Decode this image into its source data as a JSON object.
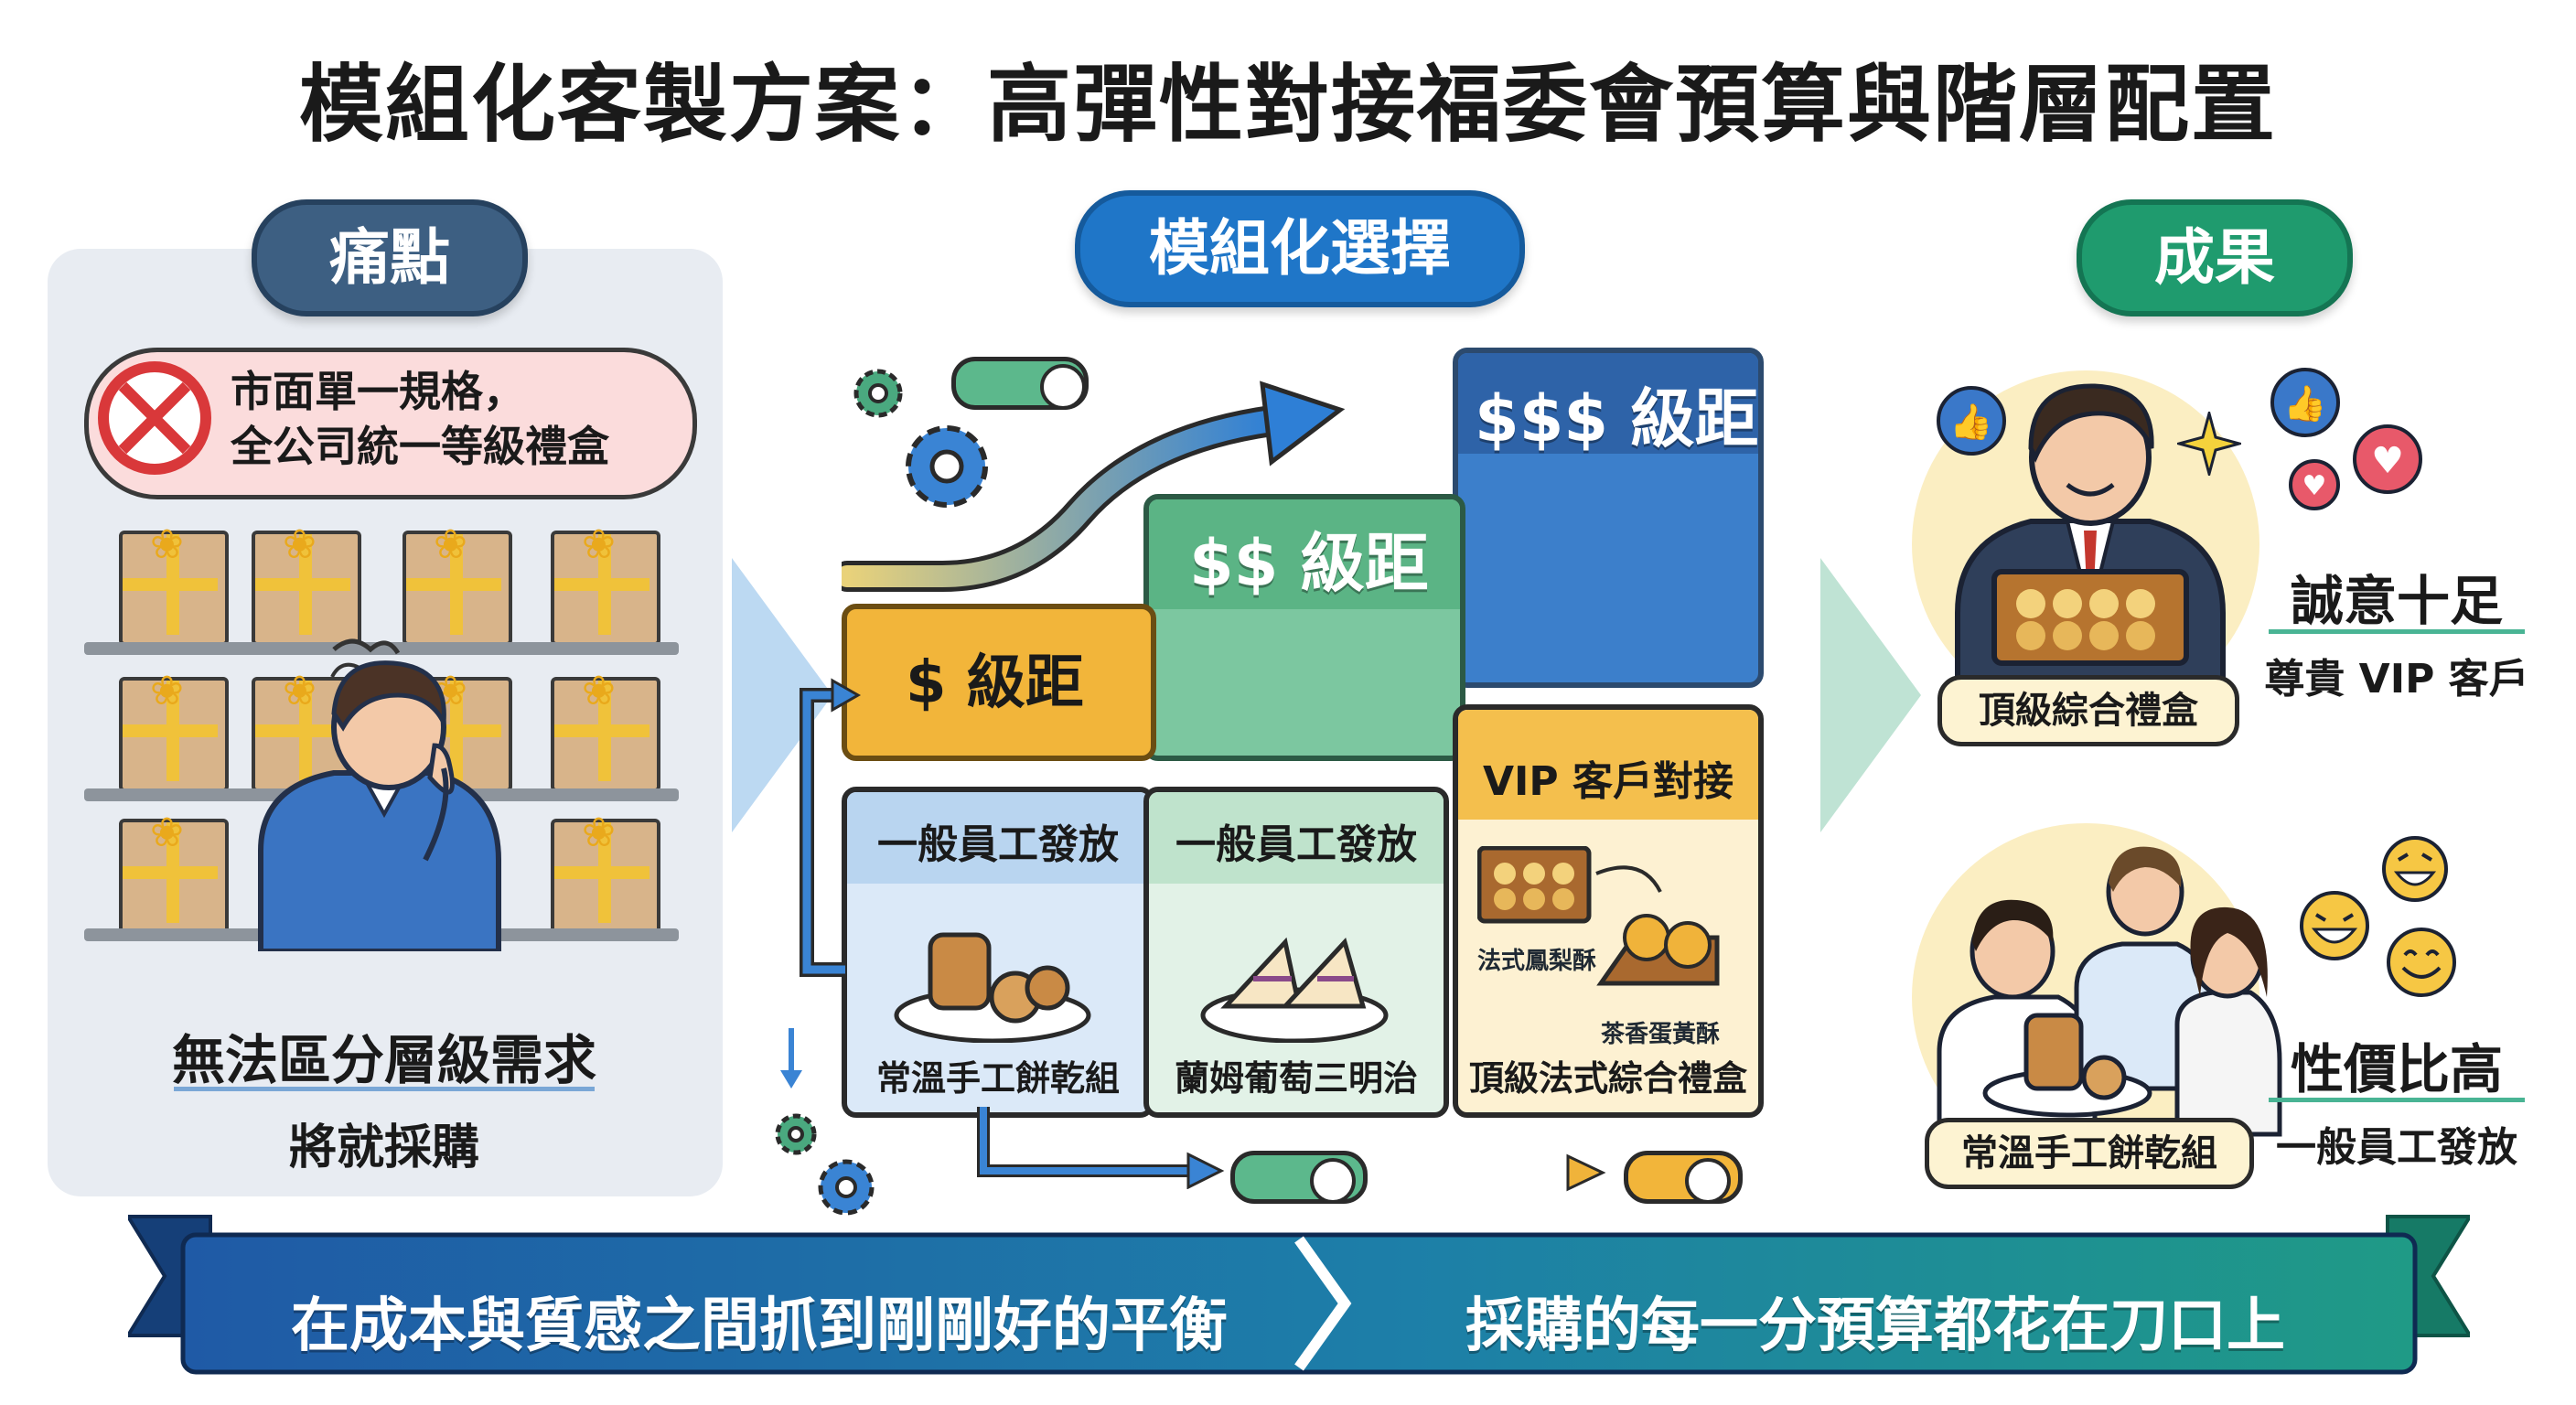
{
  "title": "模組化客製方案：高彈性對接福委會預算與階層配置",
  "sections": {
    "pain": "痛點",
    "modular": "模組化選擇",
    "result": "成果"
  },
  "pain": {
    "speech_line1": "市面單一規格，",
    "speech_line2": "全公司統一等級禮盒",
    "main": "無法區分層級需求",
    "sub": "將就採購"
  },
  "tiers": {
    "t1": "$ 級距",
    "t2": "$$ 級距",
    "t3": "$$$ 級距"
  },
  "cards": {
    "c1_head": "一般員工發放",
    "c1_item": "常溫手工餅乾組",
    "c2_head": "一般員工發放",
    "c2_item": "蘭姆葡萄三明治",
    "c3_head": "VIP 客戶對接",
    "c3_item_a": "法式鳳梨酥",
    "c3_item_b": "茶香蛋黃酥",
    "c3_item": "頂級法式綜合禮盒"
  },
  "results": {
    "top_tag": "頂級綜合禮盒",
    "top_title": "誠意十足",
    "top_sub": "尊貴 VIP 客戶",
    "bottom_tag": "常溫手工餅乾組",
    "bottom_title": "性價比高",
    "bottom_sub": "一般員工發放"
  },
  "ribbon": {
    "left": "在成本與質感之間抓到剛剛好的平衡",
    "right": "採購的每一分預算都花在刀口上"
  },
  "colors": {
    "pain_blue": "#3d5f82",
    "modular_blue": "#1f76c8",
    "result_green": "#1f9b6e",
    "tier1": "#f2b53a",
    "tier2": "#5cb88c",
    "tier3": "#2f6fb5"
  }
}
